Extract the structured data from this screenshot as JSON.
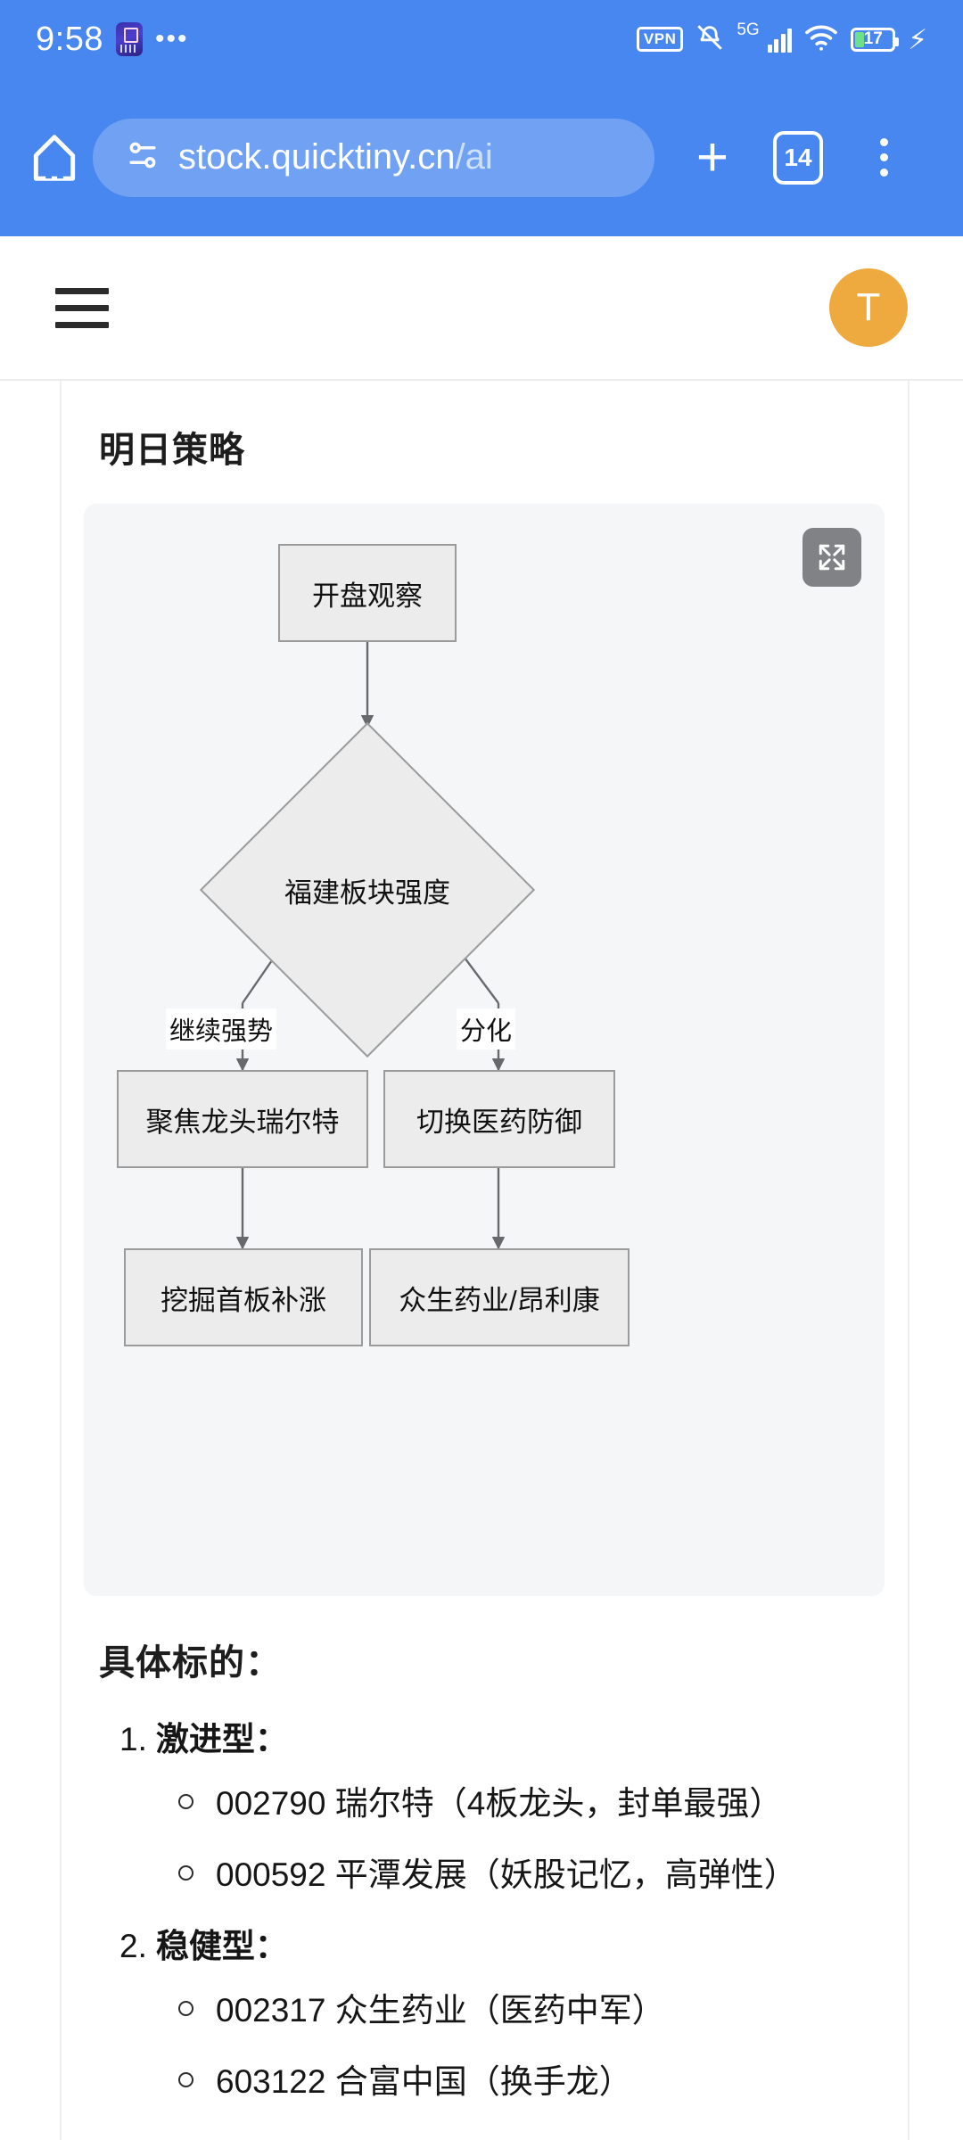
{
  "statusbar": {
    "time": "9:58",
    "overflow_dots": "•••",
    "vpn_label": "VPN",
    "network_label": "5G",
    "battery_percent": "17"
  },
  "browser": {
    "url_main": "stock.quicktiny.cn",
    "url_path": "/ai",
    "tab_count": "14"
  },
  "app": {
    "avatar_letter": "T"
  },
  "main": {
    "section_title": "明日策略",
    "targets_title": "具体标的："
  },
  "chart_data": {
    "type": "diagram",
    "title": "明日策略",
    "nodes": [
      {
        "id": "n1",
        "label": "开盘观察",
        "shape": "rect"
      },
      {
        "id": "n2",
        "label": "福建板块强度",
        "shape": "diamond"
      },
      {
        "id": "n3",
        "label": "聚焦龙头瑞尔特",
        "shape": "rect"
      },
      {
        "id": "n4",
        "label": "切换医药防御",
        "shape": "rect"
      },
      {
        "id": "n5",
        "label": "挖掘首板补涨",
        "shape": "rect"
      },
      {
        "id": "n6",
        "label": "众生药业/昂利康",
        "shape": "rect"
      }
    ],
    "edges": [
      {
        "from": "n1",
        "to": "n2",
        "label": ""
      },
      {
        "from": "n2",
        "to": "n3",
        "label": "继续强势"
      },
      {
        "from": "n2",
        "to": "n4",
        "label": "分化"
      },
      {
        "from": "n3",
        "to": "n5",
        "label": ""
      },
      {
        "from": "n4",
        "to": "n6",
        "label": ""
      }
    ],
    "node_fill": "#ececec",
    "node_stroke": "#9b9b9b",
    "panel_bg": "#f5f6f8"
  },
  "targets": [
    {
      "num": "1.",
      "heading": "激进型：",
      "items": [
        "002790 瑞尔特（4板龙头，封单最强）",
        "000592 平潭发展（妖股记忆，高弹性）"
      ]
    },
    {
      "num": "2.",
      "heading": "稳健型：",
      "items": [
        "002317 众生药业（医药中军）",
        "603122 合富中国（换手龙）"
      ]
    }
  ],
  "icons": {
    "home": "home-icon",
    "site_info": "site-info-icon",
    "new_tab": "plus-icon",
    "tabs": "tab-counter-icon",
    "menu": "kebab-menu-icon",
    "hamburger": "hamburger-icon",
    "expand": "fullscreen-expand-icon"
  },
  "colors": {
    "chrome_blue": "#4887f0",
    "avatar_orange": "#eea93f",
    "panel_gray": "#f5f6f8"
  }
}
